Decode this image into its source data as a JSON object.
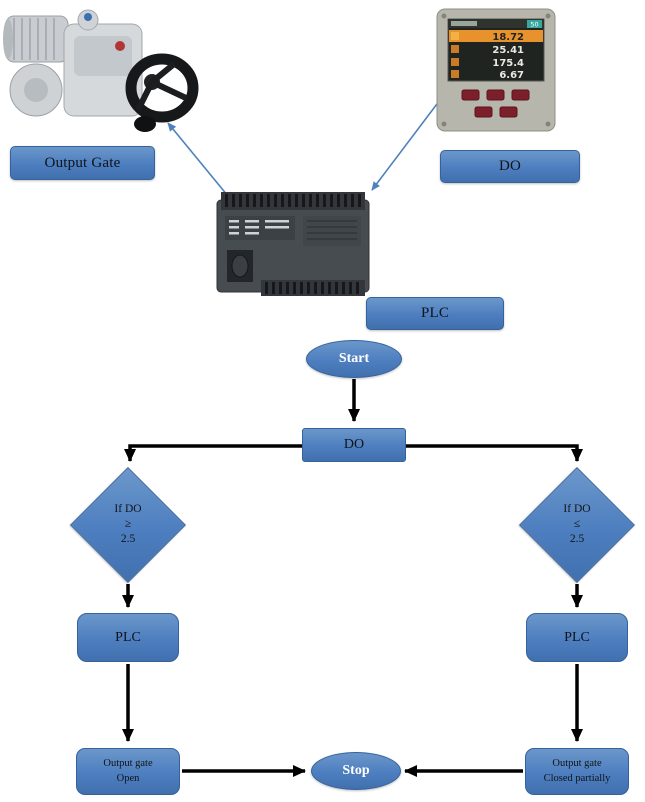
{
  "colors": {
    "node_fill": "#4d7ebf",
    "node_border": "#35619c",
    "flow_arrow": "#000000",
    "link_arrow": "#4f81bd",
    "screen_highlight": "#e8922e",
    "button_red": "#7d1f2a"
  },
  "hardware": {
    "actuator": {
      "label": "Output Gate"
    },
    "do_device": {
      "label": "DO",
      "screen_badge": "50",
      "readings": [
        "18.72",
        "25.41",
        "175.4",
        "6.67"
      ]
    },
    "plc": {
      "label": "PLC"
    }
  },
  "flowchart": {
    "start": "Start",
    "do": "DO",
    "decision_left": {
      "l1": "If DO",
      "l2": "≥",
      "l3": "2.5"
    },
    "decision_right": {
      "l1": "If DO",
      "l2": "≤",
      "l3": "2.5"
    },
    "plc_left": "PLC",
    "plc_right": "PLC",
    "action_left": {
      "l1": "Output gate",
      "l2": "Open"
    },
    "action_right": {
      "l1": "Output gate",
      "l2": "Closed partially"
    },
    "stop": "Stop"
  }
}
